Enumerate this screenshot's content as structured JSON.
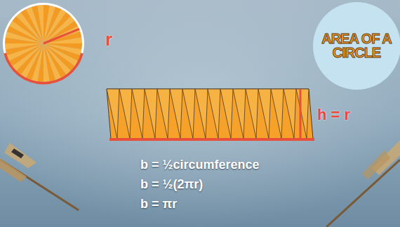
{
  "diagram": {
    "nodes": [
      {
        "text": [
          "AREA OF A CIRCLE"
        ]
      }
    ],
    "labels": [
      "r",
      "h = r",
      "b = ½circumference",
      "b = ½(2πr)",
      "b = πr"
    ]
  }
}
